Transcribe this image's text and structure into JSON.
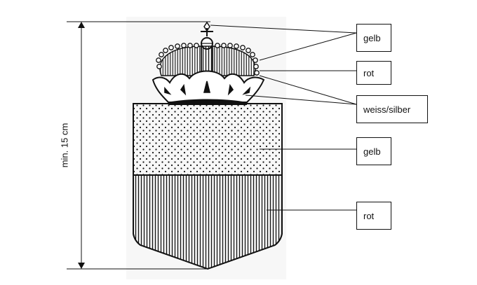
{
  "dimension_label": "min. 15 cm",
  "callouts": {
    "crown_gold": "gelb",
    "crown_red": "rot",
    "crown_silver": "weiss/silber",
    "shield_top": "gelb",
    "shield_bottom": "rot"
  },
  "colors": {
    "ink": "#111111",
    "background": "#ffffff"
  }
}
